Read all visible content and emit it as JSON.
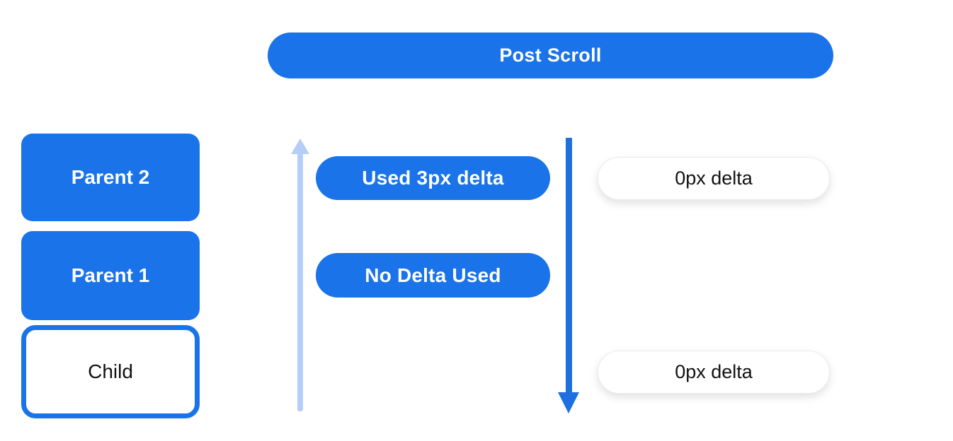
{
  "title_bar": {
    "label": "Post Scroll"
  },
  "node_stack": {
    "nodes": [
      {
        "label": "Parent 2",
        "variant": "filled"
      },
      {
        "label": "Parent 1",
        "variant": "filled"
      },
      {
        "label": "Child",
        "variant": "outlined"
      }
    ]
  },
  "scroll_flow": {
    "up_arrow_icon": "arrow-up",
    "down_arrow_icon": "arrow-down",
    "delta_pills": [
      {
        "label": "Used 3px delta"
      },
      {
        "label": "No Delta Used"
      }
    ]
  },
  "result_pills": [
    {
      "label": "0px delta"
    },
    {
      "label": "0px delta"
    }
  ],
  "colors": {
    "primary_blue": "#1a73e8",
    "light_arrow_blue": "#b6cdf5",
    "down_arrow_blue": "#1e70e0",
    "dark_text": "#111111",
    "white": "#ffffff"
  }
}
